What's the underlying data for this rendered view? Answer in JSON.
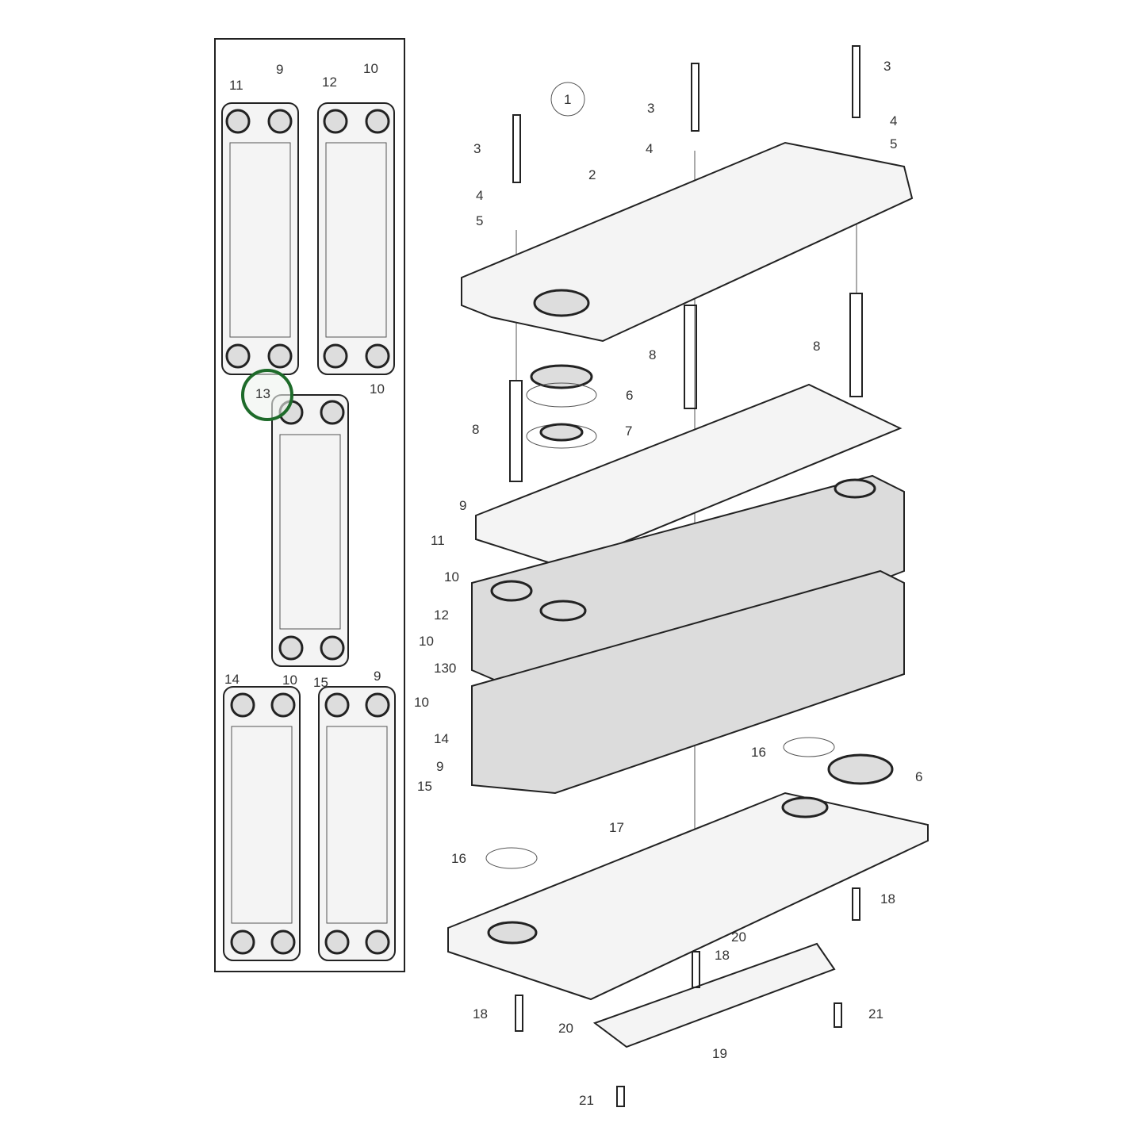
{
  "diagram": {
    "view_marker": "1",
    "highlight_color": "#1e6b2a",
    "panel_labels": [
      "11",
      "9",
      "12",
      "10",
      "13",
      "10",
      "14",
      "10",
      "15",
      "9"
    ],
    "callouts": [
      "3",
      "3",
      "3",
      "4",
      "4",
      "4",
      "5",
      "5",
      "2",
      "8",
      "8",
      "8",
      "6",
      "7",
      "9",
      "11",
      "10",
      "12",
      "10",
      "130",
      "10",
      "14",
      "9",
      "15",
      "16",
      "6",
      "17",
      "16",
      "18",
      "18",
      "20",
      "18",
      "20",
      "19",
      "21",
      "21"
    ]
  }
}
